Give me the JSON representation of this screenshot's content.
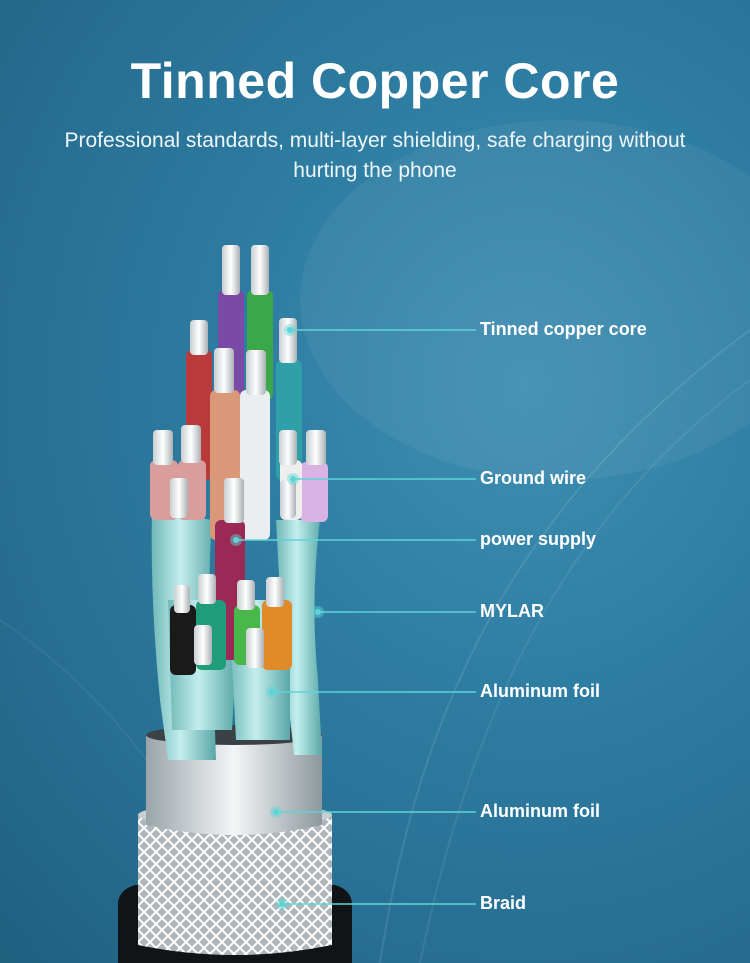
{
  "title": "Tinned Copper Core",
  "subtitle": "Professional standards, multi-layer shielding, safe charging without hurting the phone",
  "callouts": [
    {
      "label": "Tinned copper core"
    },
    {
      "label": "Ground wire"
    },
    {
      "label": "power supply"
    },
    {
      "label": "MYLAR"
    },
    {
      "label": "Aluminum foil"
    },
    {
      "label": "Aluminum foil"
    },
    {
      "label": "Braid"
    }
  ],
  "colors": {
    "background": "#2f7ea3",
    "accent_line": "#5fd4d6",
    "shield": "#8fd0cf"
  }
}
